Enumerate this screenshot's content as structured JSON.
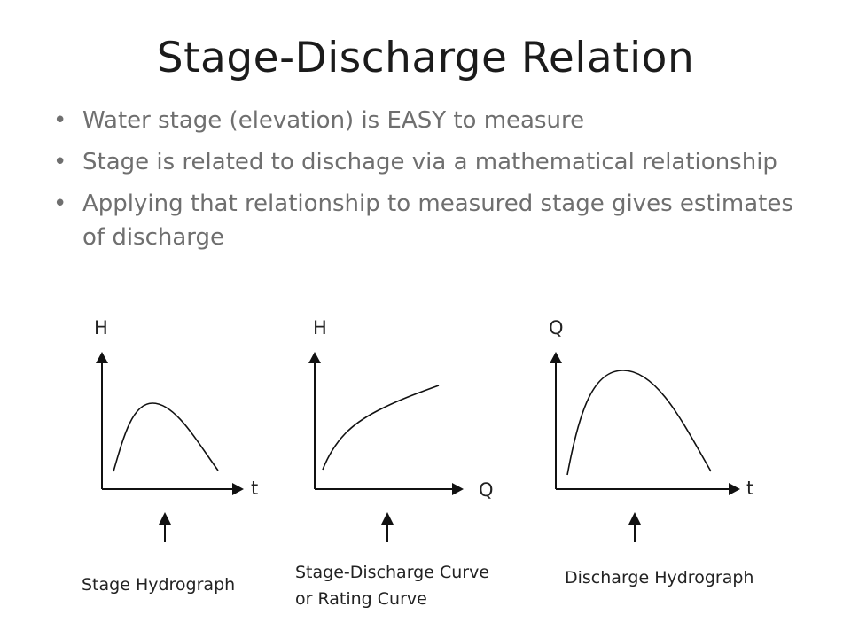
{
  "title": "Stage-Discharge Relation",
  "bullets": [
    "Water stage (elevation) is EASY to measure",
    "Stage is related to dischage via a mathematical relationship",
    "Applying that relationship to measured stage gives estimates of discharge"
  ],
  "graphs": [
    {
      "y_label": "H",
      "x_label": "t",
      "caption_line1": "Stage Hydrograph",
      "caption_line2": ""
    },
    {
      "y_label": "H",
      "x_label": "Q",
      "caption_line1": "Stage-Discharge Curve",
      "caption_line2": "or Rating Curve"
    },
    {
      "y_label": "Q",
      "x_label": "t",
      "caption_line1": "Discharge Hydrograph",
      "caption_line2": ""
    }
  ]
}
